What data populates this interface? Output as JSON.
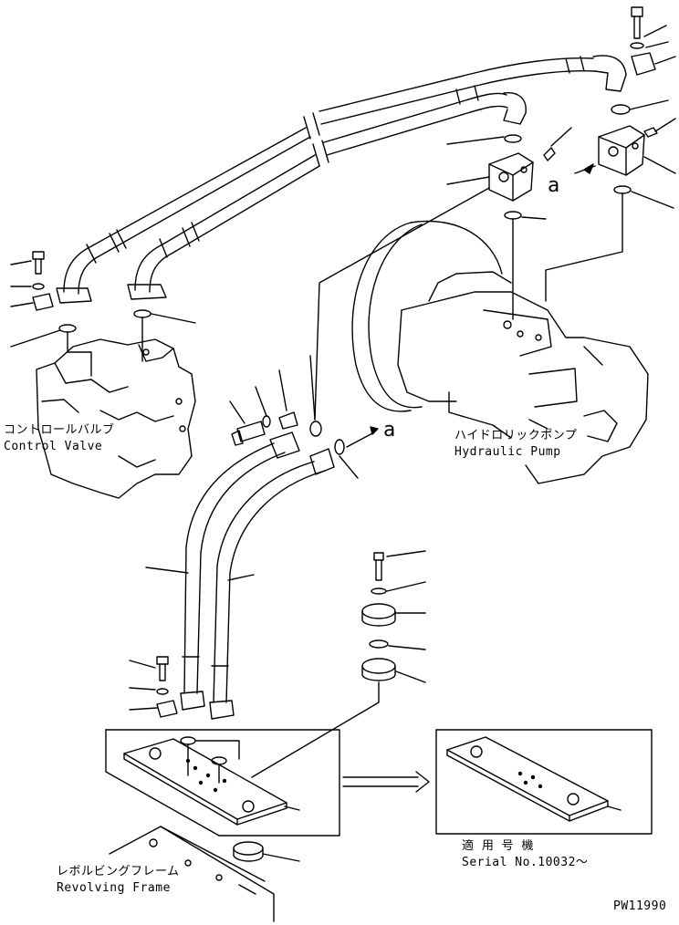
{
  "labels": {
    "control_valve_jp": "コントロールバルブ",
    "control_valve_en": "Control Valve",
    "hydraulic_pump_jp": "ハイドロリックポンプ",
    "hydraulic_pump_en": "Hydraulic Pump",
    "revolving_frame_jp": "レボルビングフレーム",
    "revolving_frame_en": "Revolving Frame",
    "serial_jp": "適 用 号 機",
    "serial_en": "Serial No.10032〜",
    "ref_a_1": "a",
    "ref_a_2": "a",
    "drawing_id": "PW11990"
  },
  "colors": {
    "line": "#000000",
    "background": "#ffffff"
  }
}
